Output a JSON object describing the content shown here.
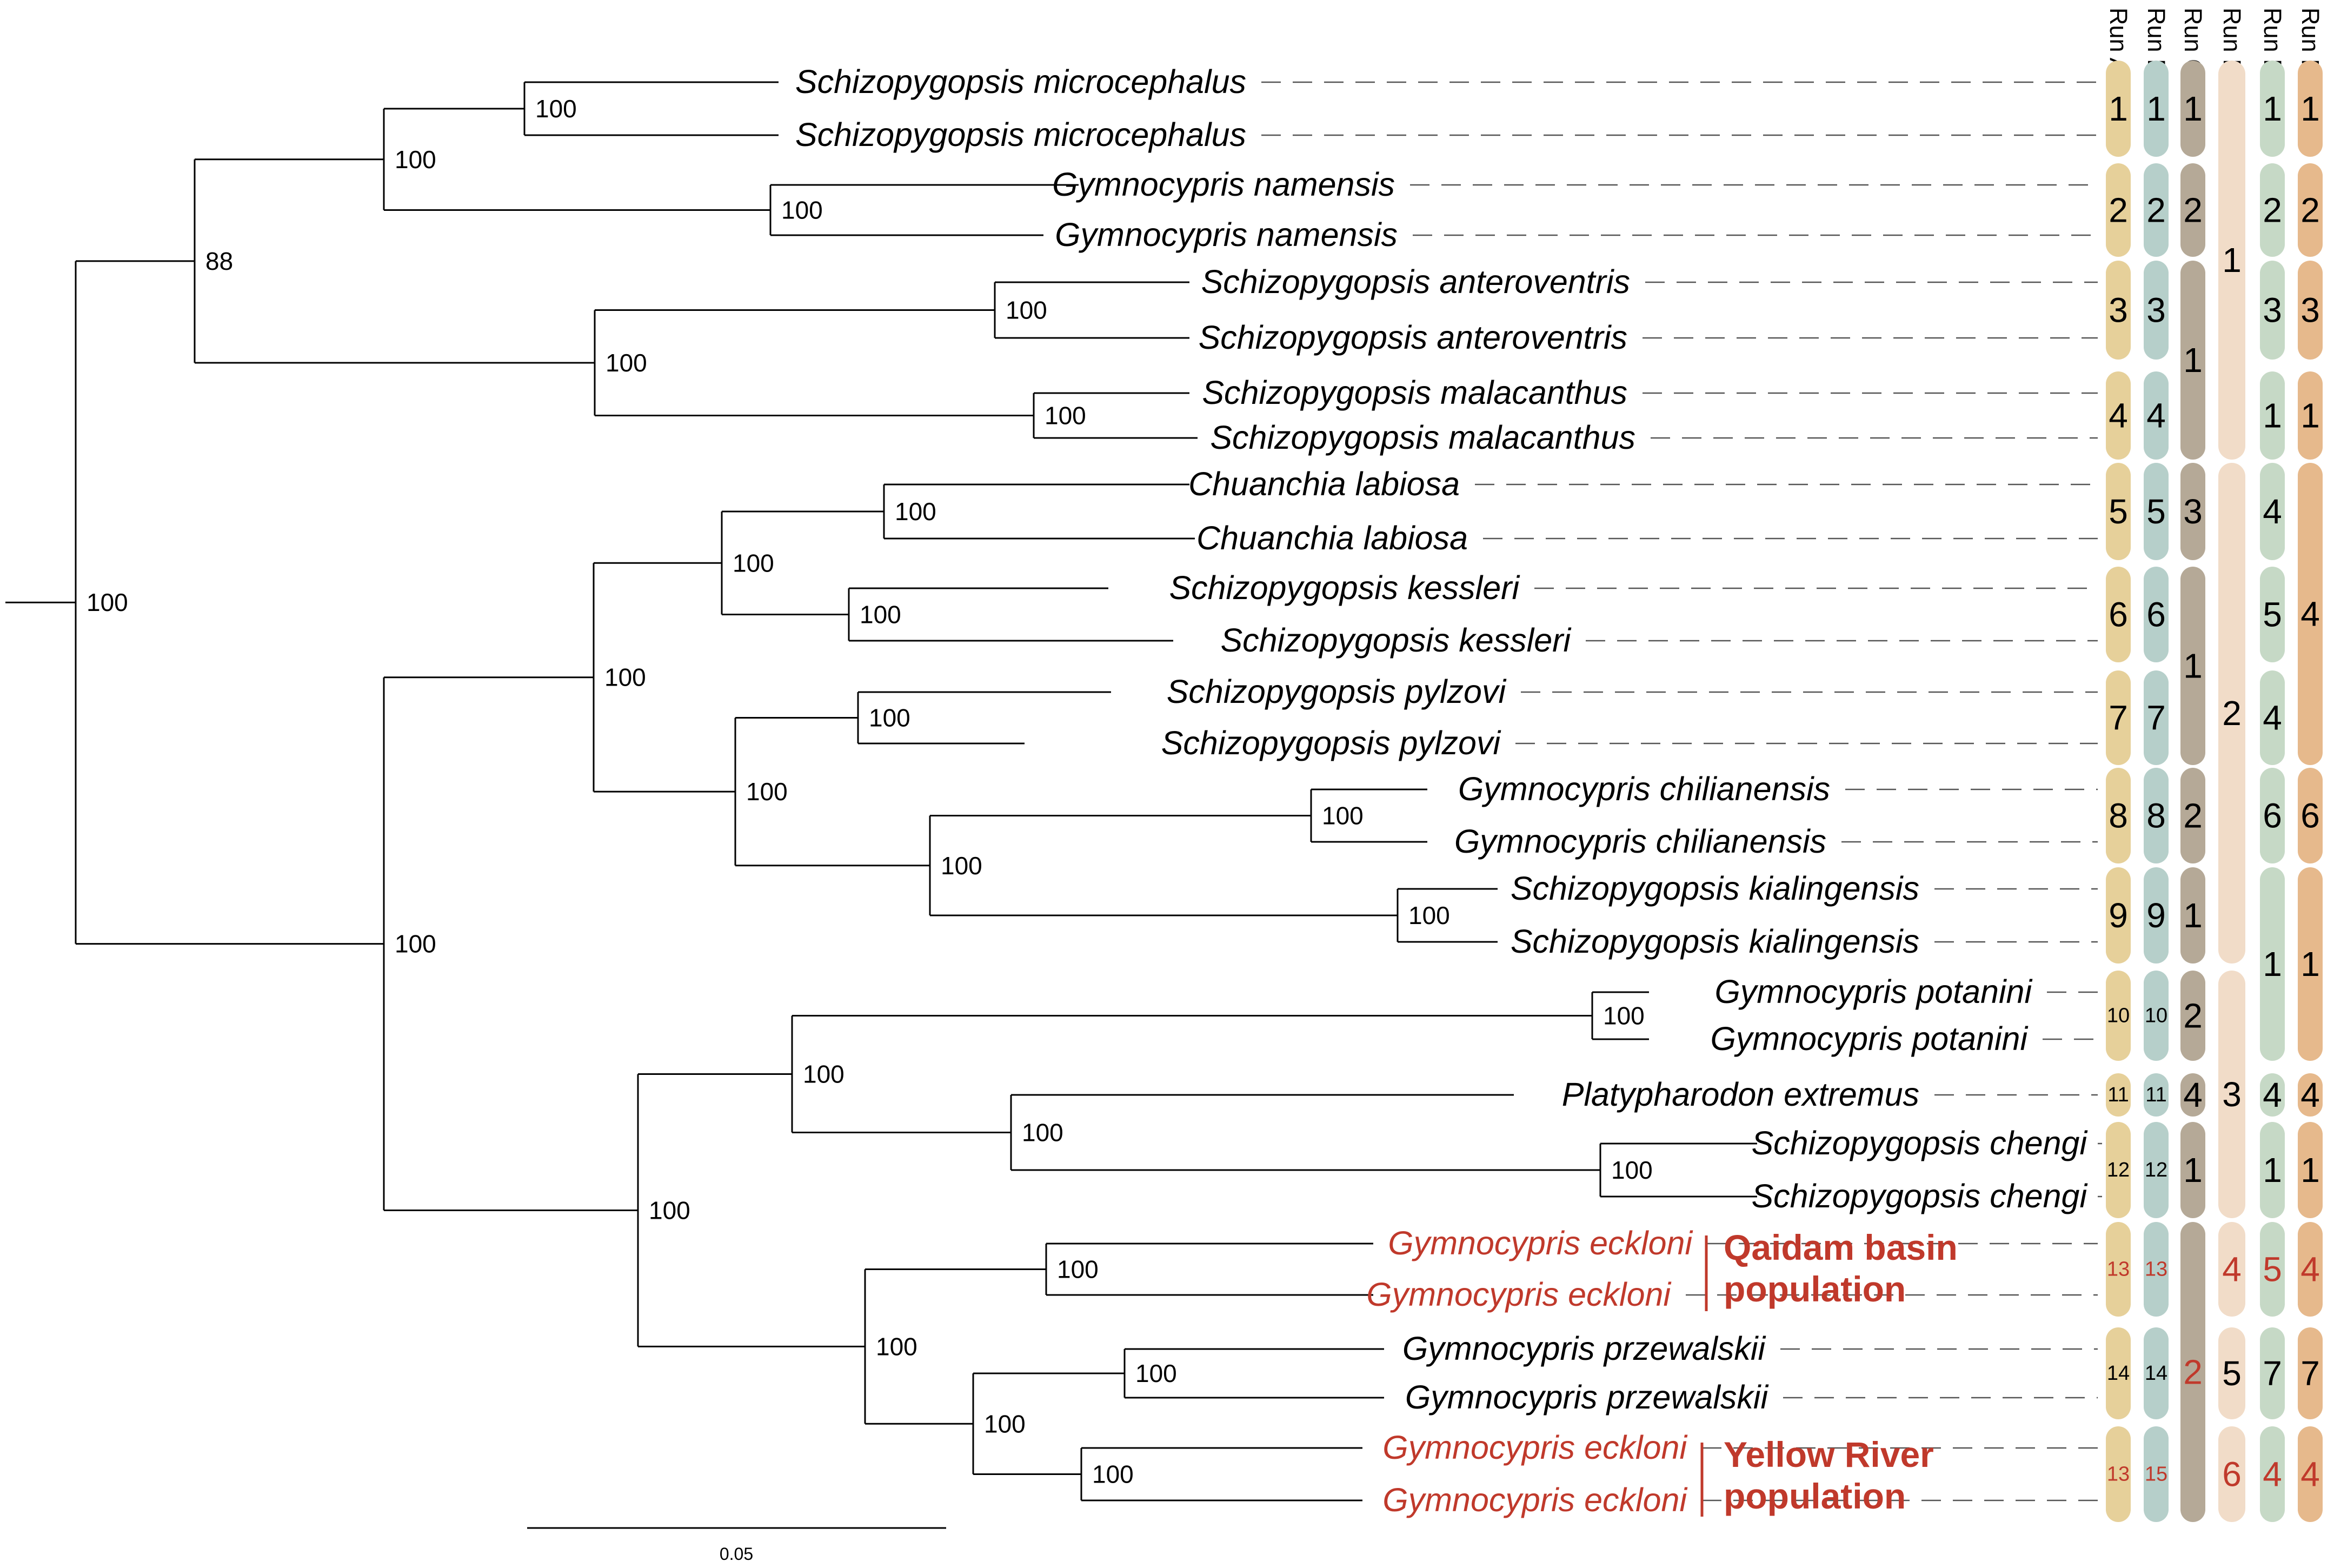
{
  "taxa": [
    {
      "name": "Schizopygopsis microcephalus",
      "highlight": false
    },
    {
      "name": "Schizopygopsis microcephalus",
      "highlight": false
    },
    {
      "name": "Gymnocypris namensis",
      "highlight": false
    },
    {
      "name": "Gymnocypris namensis",
      "highlight": false
    },
    {
      "name": "Schizopygopsis anteroventris",
      "highlight": false
    },
    {
      "name": "Schizopygopsis anteroventris",
      "highlight": false
    },
    {
      "name": "Schizopygopsis malacanthus",
      "highlight": false
    },
    {
      "name": "Schizopygopsis malacanthus",
      "highlight": false
    },
    {
      "name": "Chuanchia labiosa",
      "highlight": false
    },
    {
      "name": "Chuanchia labiosa",
      "highlight": false
    },
    {
      "name": "Schizopygopsis kessleri",
      "highlight": false
    },
    {
      "name": "Schizopygopsis kessleri",
      "highlight": false
    },
    {
      "name": "Schizopygopsis pylzovi",
      "highlight": false
    },
    {
      "name": "Schizopygopsis pylzovi",
      "highlight": false
    },
    {
      "name": "Gymnocypris chilianensis",
      "highlight": false
    },
    {
      "name": "Gymnocypris chilianensis",
      "highlight": false
    },
    {
      "name": "Schizopygopsis kialingensis",
      "highlight": false
    },
    {
      "name": "Schizopygopsis kialingensis",
      "highlight": false
    },
    {
      "name": "Gymnocypris potanini",
      "highlight": false
    },
    {
      "name": "Gymnocypris potanini",
      "highlight": false
    },
    {
      "name": "Platypharodon  extremus",
      "highlight": false
    },
    {
      "name": "Schizopygopsis chengi",
      "highlight": false
    },
    {
      "name": "Schizopygopsis chengi",
      "highlight": false
    },
    {
      "name": "Gymnocypris eckloni",
      "highlight": true
    },
    {
      "name": "Gymnocypris eckloni",
      "highlight": true
    },
    {
      "name": "Gymnocypris przewalskii",
      "highlight": false
    },
    {
      "name": "Gymnocypris przewalskii",
      "highlight": false
    },
    {
      "name": "Gymnocypris eckloni",
      "highlight": true
    },
    {
      "name": "Gymnocypris eckloni",
      "highlight": true
    }
  ],
  "support_values": [
    "100",
    "100",
    "88",
    "100",
    "100",
    "100",
    "100",
    "100",
    "100",
    "100",
    "100",
    "100",
    "100",
    "100",
    "100",
    "100",
    "100",
    "100",
    "100",
    "100",
    "100",
    "100",
    "100",
    "100",
    "100",
    "100",
    "100",
    "100"
  ],
  "runs": {
    "headers": [
      "Run A",
      "Run B",
      "Run C",
      "Run D",
      "Run E",
      "Run F"
    ],
    "colors": [
      "#e6d09a",
      "#b6cfca",
      "#b5a997",
      "#f1dcc8",
      "#c6d9c6",
      "#e6b98c"
    ],
    "groups": [
      [
        {
          "label": "1",
          "from": 0,
          "to": 1
        },
        {
          "label": "2",
          "from": 2,
          "to": 3
        },
        {
          "label": "3",
          "from": 4,
          "to": 5
        },
        {
          "label": "4",
          "from": 6,
          "to": 7
        },
        {
          "label": "5",
          "from": 8,
          "to": 9
        },
        {
          "label": "6",
          "from": 10,
          "to": 11
        },
        {
          "label": "7",
          "from": 12,
          "to": 13
        },
        {
          "label": "8",
          "from": 14,
          "to": 15
        },
        {
          "label": "9",
          "from": 16,
          "to": 17
        },
        {
          "label": "10",
          "from": 18,
          "to": 19
        },
        {
          "label": "11",
          "from": 20,
          "to": 20
        },
        {
          "label": "12",
          "from": 21,
          "to": 22
        },
        {
          "label": "13",
          "from": 23,
          "to": 24,
          "red": true
        },
        {
          "label": "14",
          "from": 25,
          "to": 26
        },
        {
          "label": "13",
          "from": 27,
          "to": 28,
          "red": true
        }
      ],
      [
        {
          "label": "1",
          "from": 0,
          "to": 1
        },
        {
          "label": "2",
          "from": 2,
          "to": 3
        },
        {
          "label": "3",
          "from": 4,
          "to": 5
        },
        {
          "label": "4",
          "from": 6,
          "to": 7
        },
        {
          "label": "5",
          "from": 8,
          "to": 9
        },
        {
          "label": "6",
          "from": 10,
          "to": 11
        },
        {
          "label": "7",
          "from": 12,
          "to": 13
        },
        {
          "label": "8",
          "from": 14,
          "to": 15
        },
        {
          "label": "9",
          "from": 16,
          "to": 17
        },
        {
          "label": "10",
          "from": 18,
          "to": 19
        },
        {
          "label": "11",
          "from": 20,
          "to": 20
        },
        {
          "label": "12",
          "from": 21,
          "to": 22
        },
        {
          "label": "13",
          "from": 23,
          "to": 24,
          "red": true
        },
        {
          "label": "14",
          "from": 25,
          "to": 26
        },
        {
          "label": "15",
          "from": 27,
          "to": 28,
          "red": true
        }
      ],
      [
        {
          "label": "1",
          "from": 0,
          "to": 1
        },
        {
          "label": "2",
          "from": 2,
          "to": 3
        },
        {
          "label": "1",
          "from": 4,
          "to": 7
        },
        {
          "label": "3",
          "from": 8,
          "to": 9
        },
        {
          "label": "1",
          "from": 10,
          "to": 13
        },
        {
          "label": "2",
          "from": 14,
          "to": 15
        },
        {
          "label": "1",
          "from": 16,
          "to": 17
        },
        {
          "label": "2",
          "from": 18,
          "to": 19
        },
        {
          "label": "4",
          "from": 20,
          "to": 20
        },
        {
          "label": "1",
          "from": 21,
          "to": 22
        },
        {
          "label": "2",
          "from": 23,
          "to": 28,
          "red": true
        }
      ],
      [
        {
          "label": "1",
          "from": 0,
          "to": 7
        },
        {
          "label": "2",
          "from": 8,
          "to": 17
        },
        {
          "label": "3",
          "from": 18,
          "to": 22
        },
        {
          "label": "4",
          "from": 23,
          "to": 24,
          "red": true
        },
        {
          "label": "5",
          "from": 25,
          "to": 26
        },
        {
          "label": "6",
          "from": 27,
          "to": 28,
          "red": true
        }
      ],
      [
        {
          "label": "1",
          "from": 0,
          "to": 1
        },
        {
          "label": "2",
          "from": 2,
          "to": 3
        },
        {
          "label": "3",
          "from": 4,
          "to": 5
        },
        {
          "label": "1",
          "from": 6,
          "to": 7
        },
        {
          "label": "4",
          "from": 8,
          "to": 9
        },
        {
          "label": "5",
          "from": 10,
          "to": 11
        },
        {
          "label": "4",
          "from": 12,
          "to": 13
        },
        {
          "label": "6",
          "from": 14,
          "to": 15
        },
        {
          "label": "1",
          "from": 16,
          "to": 19
        },
        {
          "label": "4",
          "from": 20,
          "to": 20
        },
        {
          "label": "1",
          "from": 21,
          "to": 22
        },
        {
          "label": "5",
          "from": 23,
          "to": 24,
          "red": true
        },
        {
          "label": "7",
          "from": 25,
          "to": 26
        },
        {
          "label": "4",
          "from": 27,
          "to": 28,
          "red": true
        }
      ],
      [
        {
          "label": "1",
          "from": 0,
          "to": 1
        },
        {
          "label": "2",
          "from": 2,
          "to": 3
        },
        {
          "label": "3",
          "from": 4,
          "to": 5
        },
        {
          "label": "1",
          "from": 6,
          "to": 7
        },
        {
          "label": "4",
          "from": 8,
          "to": 13
        },
        {
          "label": "6",
          "from": 14,
          "to": 15
        },
        {
          "label": "1",
          "from": 16,
          "to": 19
        },
        {
          "label": "4",
          "from": 20,
          "to": 20
        },
        {
          "label": "1",
          "from": 21,
          "to": 22
        },
        {
          "label": "4",
          "from": 23,
          "to": 24,
          "red": true
        },
        {
          "label": "7",
          "from": 25,
          "to": 26
        },
        {
          "label": "4",
          "from": 27,
          "to": 28,
          "red": true
        }
      ]
    ]
  },
  "population_labels": [
    {
      "line1": "Qaidam basin",
      "line2": "population"
    },
    {
      "line1": "Yellow River",
      "line2": "population"
    }
  ],
  "scale_bar": {
    "label": "0.05"
  },
  "colors": {
    "highlight": "#c0392b",
    "branch": "#000000",
    "leader": "#555555"
  }
}
